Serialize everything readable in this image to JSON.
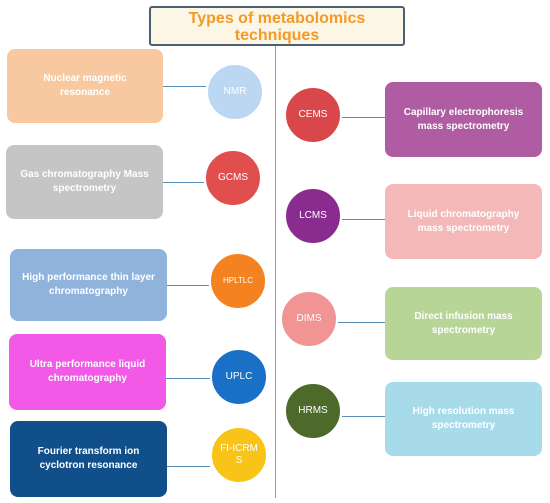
{
  "title": "Types of metabolomics techniques",
  "left": [
    {
      "abbr": "NMR",
      "label": "Nuclear magnetic resonance",
      "box_color": "#f8c9a0",
      "circle_color": "#bcd7f2"
    },
    {
      "abbr": "GCMS",
      "label": "Gas chromatography Mass spectrometry",
      "box_color": "#c5c5c5",
      "circle_color": "#e04e4e"
    },
    {
      "abbr": "HPLTLC",
      "label": "High performance thin layer chromatography",
      "box_color": "#8fb3db",
      "circle_color": "#f58220"
    },
    {
      "abbr": "UPLC",
      "label": "Ultra performance liquid chromatography",
      "box_color": "#f259e6",
      "circle_color": "#1a70c6"
    },
    {
      "abbr": "FI-ICRMS",
      "label": "Fourier transform ion cyclotron resonance",
      "box_color": "#114f8a",
      "circle_color": "#f9c418"
    }
  ],
  "right": [
    {
      "abbr": "CEMS",
      "label": "Capillary electrophoresis mass spectrometry",
      "box_color": "#b05ca3",
      "circle_color": "#d9474a"
    },
    {
      "abbr": "LCMS",
      "label": "Liquid chromatography mass spectrometry",
      "box_color": "#f5b8b8",
      "circle_color": "#8a2c8f"
    },
    {
      "abbr": "DIMS",
      "label": "Direct infusion mass spectrometry",
      "box_color": "#b8d598",
      "circle_color": "#f09494"
    },
    {
      "abbr": "HRMS",
      "label": "High resolution mass spectrometry",
      "box_color": "#a8dbe9",
      "circle_color": "#4d6a2b"
    }
  ]
}
